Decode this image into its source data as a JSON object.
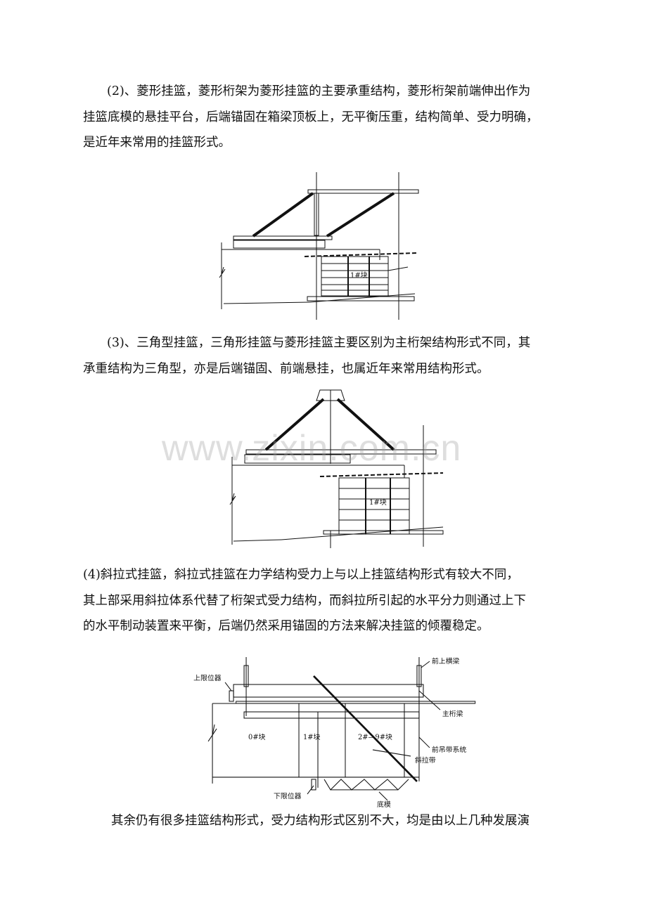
{
  "paragraphs": [
    {
      "lines": [
        "(2)、菱形挂篮，菱形桁架为菱形挂篮的主要承重结构，菱形桁架前端伸出作为",
        "挂篮底模的悬挂平台，后端锚固在箱梁顶板上，无平衡压重，结构简单、受力明确，",
        "是近年来常用的挂篮形式。"
      ]
    },
    {
      "lines": [
        "(3)、三角型挂篮，三角形挂篮与菱形挂篮主要区别为主桁架结构形式不同，其",
        "承重结构为三角型，亦是后端锚固、前端悬挂，也属近年来常用结构形式。"
      ]
    },
    {
      "lines": [
        "(4)斜拉式挂篮，斜拉式挂篮在力学结构受力上与以上挂篮结构形式有较大不同，",
        "其上部采用斜拉体系代替了桁架式受力结构，而斜拉所引起的水平分力则通过上下",
        "的水平制动装置来平衡，后端仍然采用锚固的方法来解决挂篮的倾覆稳定。"
      ]
    },
    {
      "lines": [
        "其余仍有很多挂篮结构形式，受力结构形式区别不大，均是由以上几种发展演"
      ]
    }
  ],
  "figures": {
    "rhombus": {
      "block_label": "1#块"
    },
    "triangle": {
      "block_label": "1#块"
    },
    "cable_stayed": {
      "labels": {
        "front_upper_beam": "前上横梁",
        "upper_limiter": "上限位器",
        "main_truss": "主桁梁",
        "block0": "0#块",
        "block1": "1#块",
        "block2": "2#—9#块",
        "front_hanger": "前吊带系统",
        "stay_strap": "斜拉带",
        "lower_limiter": "下限位器",
        "bottom_form": "底模"
      }
    }
  },
  "watermark": "www.zixin.com.cn"
}
